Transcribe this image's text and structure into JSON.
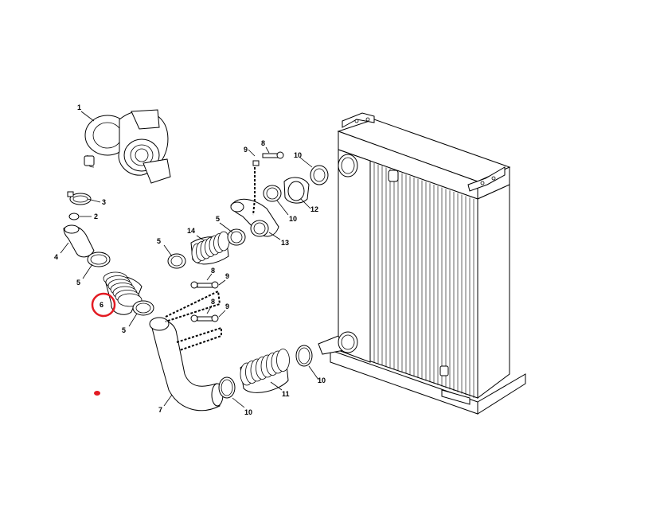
{
  "diagram": {
    "callouts": [
      {
        "id": "c1",
        "text": "1"
      },
      {
        "id": "c2",
        "text": "2"
      },
      {
        "id": "c3",
        "text": "3"
      },
      {
        "id": "c4",
        "text": "4"
      },
      {
        "id": "c5a",
        "text": "5"
      },
      {
        "id": "c5b",
        "text": "5"
      },
      {
        "id": "c5c",
        "text": "5"
      },
      {
        "id": "c5d",
        "text": "5"
      },
      {
        "id": "c6",
        "text": "6"
      },
      {
        "id": "c7",
        "text": "7"
      },
      {
        "id": "c8a",
        "text": "8"
      },
      {
        "id": "c8b",
        "text": "8"
      },
      {
        "id": "c8c",
        "text": "8"
      },
      {
        "id": "c9a",
        "text": "9"
      },
      {
        "id": "c9b",
        "text": "9"
      },
      {
        "id": "c9c",
        "text": "9"
      },
      {
        "id": "c10a",
        "text": "10"
      },
      {
        "id": "c10b",
        "text": "10"
      },
      {
        "id": "c10c",
        "text": "10"
      },
      {
        "id": "c10d",
        "text": "10"
      },
      {
        "id": "c11",
        "text": "11"
      },
      {
        "id": "c12",
        "text": "12"
      },
      {
        "id": "c13",
        "text": "13"
      },
      {
        "id": "c14",
        "text": "14"
      }
    ],
    "highlight": {
      "callout": "6",
      "color": "#e31b23"
    },
    "colors": {
      "line": "#000000",
      "background": "#ffffff",
      "highlight": "#e31b23"
    }
  }
}
